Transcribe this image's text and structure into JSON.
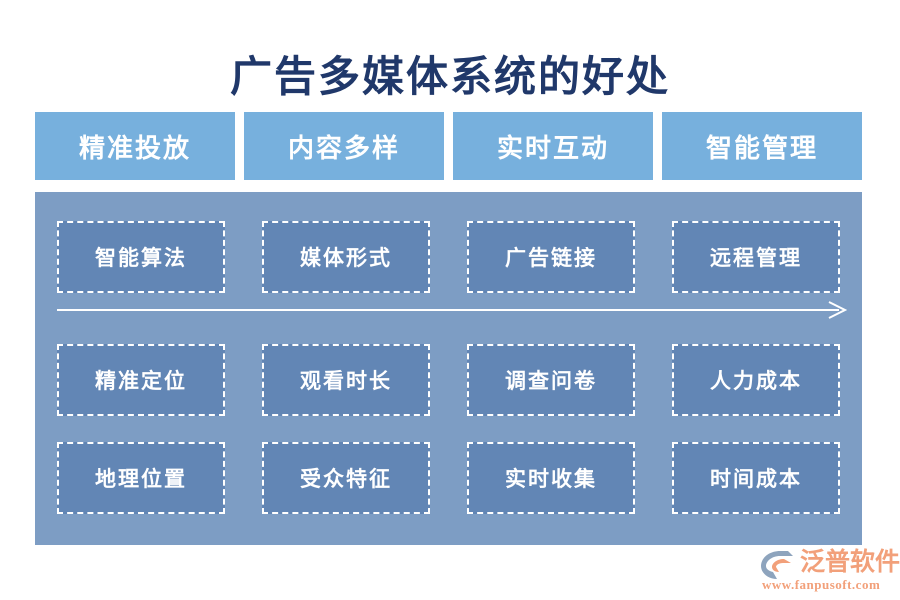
{
  "slide": {
    "title": "广告多媒体系统的好处",
    "title_color": "#20386a",
    "panel_color": "#7d9dc4",
    "header_color": "#77b0dd",
    "cell_color": "#6286b5",
    "background_color": "#ffffff"
  },
  "headers": [
    {
      "label": "精准投放"
    },
    {
      "label": "内容多样"
    },
    {
      "label": "实时互动"
    },
    {
      "label": "智能管理"
    }
  ],
  "rows": [
    {
      "cells": [
        {
          "label": "智能算法"
        },
        {
          "label": "媒体形式"
        },
        {
          "label": "广告链接"
        },
        {
          "label": "远程管理"
        }
      ]
    },
    {
      "cells": [
        {
          "label": "精准定位"
        },
        {
          "label": "观看时长"
        },
        {
          "label": "调查问卷"
        },
        {
          "label": "人力成本"
        }
      ]
    },
    {
      "cells": [
        {
          "label": "地理位置"
        },
        {
          "label": "受众特征"
        },
        {
          "label": "实时收集"
        },
        {
          "label": "时间成本"
        }
      ]
    }
  ],
  "divider": {
    "icon": "right-arrow-icon",
    "color": "#ffffff"
  },
  "logo": {
    "icon": "fanpu-swoosh-icon",
    "name": "泛普软件",
    "url": "www.fanpusoft.com",
    "color": "#f2a07a",
    "mark_color": "#8ea4bd"
  }
}
